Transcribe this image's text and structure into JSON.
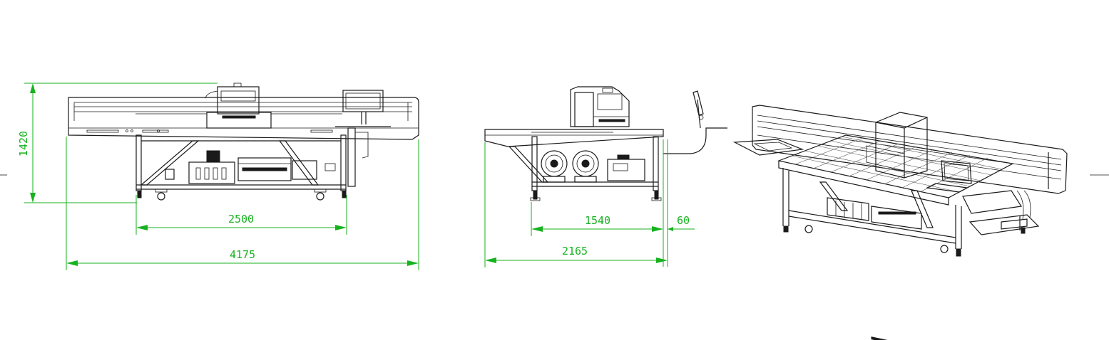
{
  "dimensions": {
    "front_height": "1420",
    "front_leg_span": "2500",
    "front_total_width": "4175",
    "side_leg_span": "1540",
    "side_extension": "60",
    "side_total_depth": "2165"
  },
  "colors": {
    "dimension": "#17b21f",
    "linework": "#1a1a1a",
    "background": "#ffffff"
  }
}
